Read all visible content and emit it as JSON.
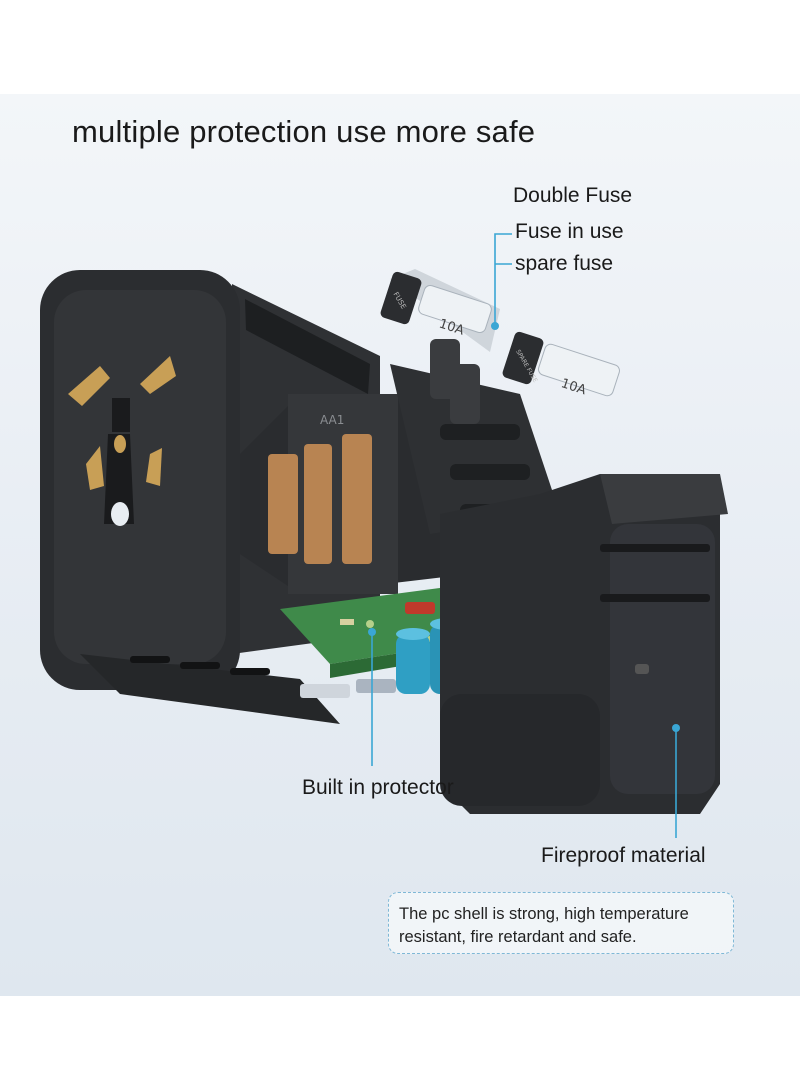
{
  "headline": "multiple protection use more safe",
  "callouts": {
    "double_fuse": "Double Fuse",
    "fuse_in_use": "Fuse in use",
    "spare_fuse": "spare fuse",
    "built_in_protector": "Built in protector",
    "fireproof_material": "Fireproof material"
  },
  "note": {
    "line1": "The pc shell is strong, high temperature",
    "line2": "resistant, fire retardant and safe."
  },
  "fuse_marking": "10A",
  "fuse_cap_text": "FUSE",
  "spare_cap_text": "SPARE FUSE",
  "part_marking": "AA1",
  "colors": {
    "shell": "#2b2d30",
    "brass": "#b8925a",
    "pcb": "#3f8a4a",
    "capacitor": "#2f9fc4",
    "callout_line": "#3aa6d4"
  }
}
